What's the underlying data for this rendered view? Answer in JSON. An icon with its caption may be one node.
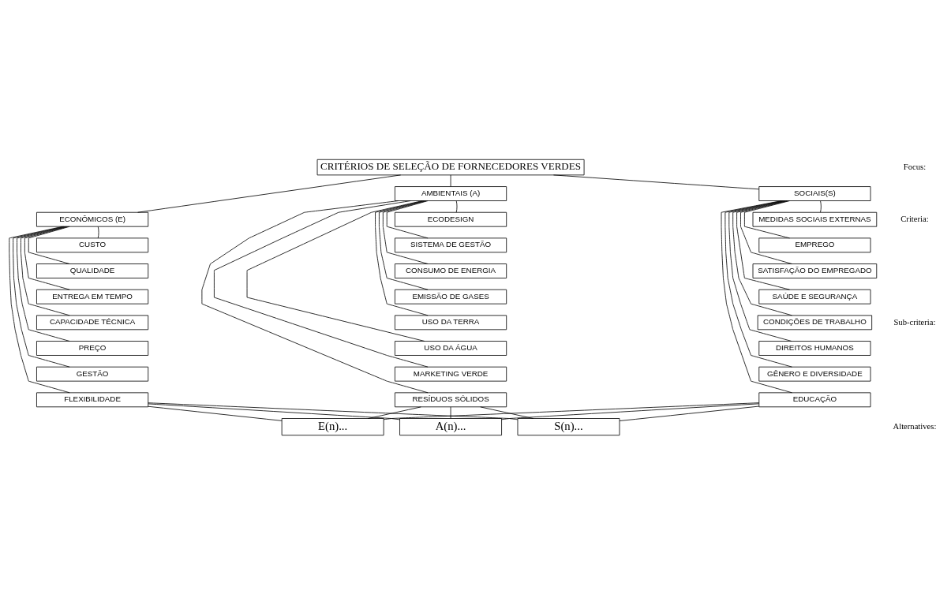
{
  "diagram": {
    "nodes": [
      {
        "text": [
          "CRITÉRIOS DE SELEÇÃO DE FORNECEDORES VERDES"
        ]
      },
      {
        "text": [
          "ECONÔMICOS (E)"
        ]
      },
      {
        "text": [
          "AMBIENTAIS (A)"
        ]
      },
      {
        "text": [
          "SOCIAIS(S)"
        ]
      },
      {
        "text": [
          "CUSTO"
        ]
      },
      {
        "text": [
          "QUALIDADE"
        ]
      },
      {
        "text": [
          "ENTREGA EM TEMPO"
        ]
      },
      {
        "text": [
          "CAPACIDADE TÉCNICA"
        ]
      },
      {
        "text": [
          "PREÇO"
        ]
      },
      {
        "text": [
          "GESTÃO"
        ]
      },
      {
        "text": [
          "FLEXIBILIDADE"
        ]
      },
      {
        "text": [
          "ECODESIGN"
        ]
      },
      {
        "text": [
          "SISTEMA DE GESTÃO"
        ]
      },
      {
        "text": [
          "CONSUMO DE ENERGIA"
        ]
      },
      {
        "text": [
          "EMISSÃO DE GASES"
        ]
      },
      {
        "text": [
          "USO DA TERRA"
        ]
      },
      {
        "text": [
          "USO DA ÁGUA"
        ]
      },
      {
        "text": [
          "MARKETING VERDE"
        ]
      },
      {
        "text": [
          "RESÍDUOS SÓLIDOS"
        ]
      },
      {
        "text": [
          "MEDIDAS SOCIAIS EXTERNAS"
        ]
      },
      {
        "text": [
          "EMPREGO"
        ]
      },
      {
        "text": [
          "SATISFAÇÃO DO EMPREGADO"
        ]
      },
      {
        "text": [
          "SAÚDE E SEGURANÇA"
        ]
      },
      {
        "text": [
          "CONDIÇÕES DE TRABALHO"
        ]
      },
      {
        "text": [
          "DIREITOS HUMANOS"
        ]
      },
      {
        "text": [
          "GÊNERO E DIVERSIDADE"
        ]
      },
      {
        "text": [
          "EDUCAÇÃO"
        ]
      },
      {
        "text": [
          "E(n)..."
        ]
      },
      {
        "text": [
          "A(n)..."
        ]
      },
      {
        "text": [
          "S(n)..."
        ]
      }
    ],
    "edges": [
      {
        "from": 0,
        "to": 1,
        "arrow": "none"
      },
      {
        "from": 0,
        "to": 2,
        "arrow": "none"
      },
      {
        "from": 0,
        "to": 3,
        "arrow": "none"
      },
      {
        "from": 1,
        "to": 4,
        "arrow": "none"
      },
      {
        "from": 1,
        "to": 5,
        "arrow": "none"
      },
      {
        "from": 1,
        "to": 6,
        "arrow": "none"
      },
      {
        "from": 1,
        "to": 7,
        "arrow": "none"
      },
      {
        "from": 1,
        "to": 8,
        "arrow": "none"
      },
      {
        "from": 1,
        "to": 9,
        "arrow": "none"
      },
      {
        "from": 1,
        "to": 10,
        "arrow": "none"
      },
      {
        "from": 2,
        "to": 11,
        "arrow": "none"
      },
      {
        "from": 2,
        "to": 12,
        "arrow": "none"
      },
      {
        "from": 2,
        "to": 13,
        "arrow": "none"
      },
      {
        "from": 2,
        "to": 14,
        "arrow": "none"
      },
      {
        "from": 2,
        "to": 15,
        "arrow": "none"
      },
      {
        "from": 2,
        "to": 16,
        "arrow": "none"
      },
      {
        "from": 2,
        "to": 17,
        "arrow": "none"
      },
      {
        "from": 2,
        "to": 18,
        "arrow": "none"
      },
      {
        "from": 3,
        "to": 19,
        "arrow": "none"
      },
      {
        "from": 3,
        "to": 20,
        "arrow": "none"
      },
      {
        "from": 3,
        "to": 21,
        "arrow": "none"
      },
      {
        "from": 3,
        "to": 22,
        "arrow": "none"
      },
      {
        "from": 3,
        "to": 23,
        "arrow": "none"
      },
      {
        "from": 3,
        "to": 24,
        "arrow": "none"
      },
      {
        "from": 3,
        "to": 25,
        "arrow": "none"
      },
      {
        "from": 3,
        "to": 26,
        "arrow": "none"
      },
      {
        "from": 10,
        "to": 27,
        "arrow": "none"
      },
      {
        "from": 10,
        "to": 28,
        "arrow": "none"
      },
      {
        "from": 10,
        "to": 29,
        "arrow": "none"
      },
      {
        "from": 18,
        "to": 27,
        "arrow": "none"
      },
      {
        "from": 18,
        "to": 28,
        "arrow": "none"
      },
      {
        "from": 18,
        "to": 29,
        "arrow": "none"
      },
      {
        "from": 26,
        "to": 27,
        "arrow": "none"
      },
      {
        "from": 26,
        "to": 28,
        "arrow": "none"
      },
      {
        "from": 26,
        "to": 29,
        "arrow": "none"
      }
    ],
    "labels": [
      "Focus:",
      "Criteria:",
      "Sub-criteria:",
      "Alternatives:"
    ]
  }
}
